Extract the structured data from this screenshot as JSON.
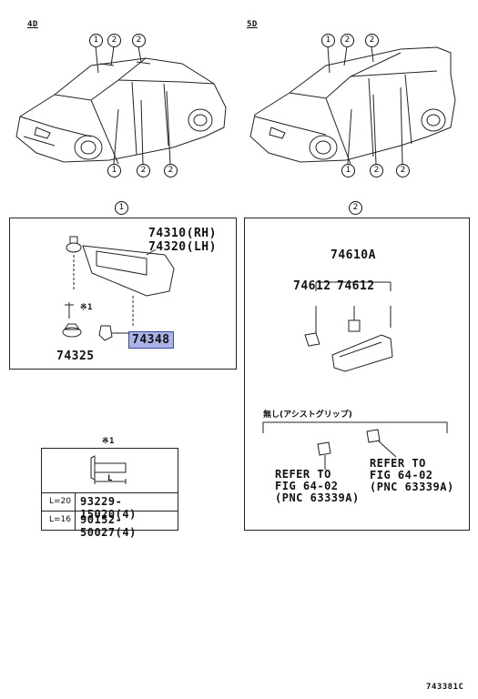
{
  "top": {
    "label_4d": "4D",
    "label_5d": "5D",
    "callout_1": "1",
    "callout_2": "2"
  },
  "section1": {
    "marker": "1",
    "part_rh": "74310(RH)",
    "part_lh": "74320(LH)",
    "note_mark": "※1",
    "part_74348": "74348",
    "part_74325": "74325"
  },
  "section2": {
    "marker": "2",
    "part_74610a": "74610A",
    "part_74612_a": "74612",
    "part_74612_b": "74612",
    "note_jp": "無し(アシストグリップ)",
    "refer_left": [
      "REFER TO",
      "FIG 64-02",
      "(PNC 63339A)"
    ],
    "refer_right": [
      "REFER TO",
      "FIG 64-02",
      "(PNC 63339A)"
    ]
  },
  "bolt_table": {
    "mark": "※1",
    "dim_label": "L",
    "rows": [
      {
        "length": "L=20",
        "part": "93229-15020(4)"
      },
      {
        "length": "L=16",
        "part": "90152-50027(4)"
      }
    ]
  },
  "footer": {
    "code": "743381C"
  },
  "colors": {
    "highlight": "#aab4e8",
    "line": "#222222"
  }
}
